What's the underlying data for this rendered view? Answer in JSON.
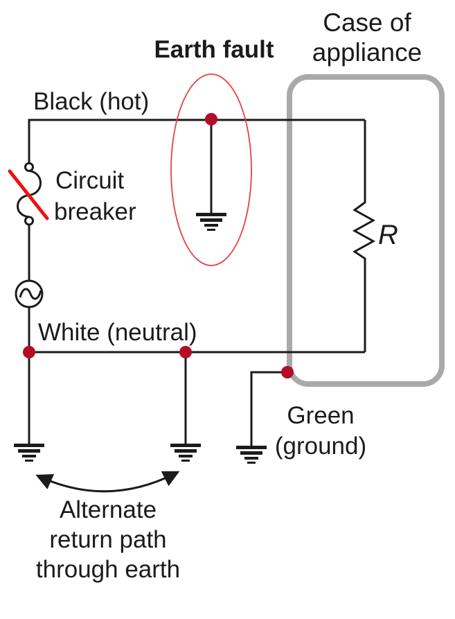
{
  "labels": {
    "case_of_appliance": {
      "line1": "Case of",
      "line2": "appliance"
    },
    "earth_fault": "Earth fault",
    "black_hot": "Black (hot)",
    "circuit_breaker": {
      "line1": "Circuit",
      "line2": "breaker"
    },
    "white_neutral": "White (neutral)",
    "resistor": "R",
    "green_ground": {
      "line1": "Green",
      "line2": "(ground)"
    },
    "alternate_return": {
      "line1": "Alternate",
      "line2": "return path",
      "line3": "through earth"
    }
  },
  "colors": {
    "wire_black": "#1b1b1b",
    "fault_red": "#ee1111",
    "junction_dot_red": "#b30d28",
    "fault_ellipse_red": "#e84040",
    "case_gray": "#a9a9a9"
  }
}
